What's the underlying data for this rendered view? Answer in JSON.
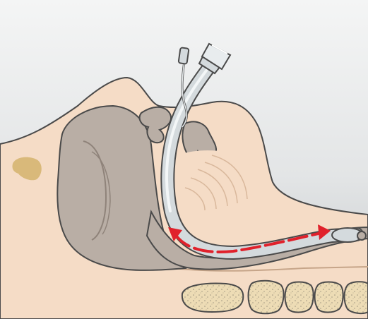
{
  "image": {
    "subject": "medical-illustration",
    "view": "sagittal-cross-section-head-neck"
  },
  "colors": {
    "background_top": "#f2f3f3",
    "background_bottom": "#c9cccd",
    "skin": "#f5dcc6",
    "skin_line": "#c6a589",
    "tissue_grey": "#b9aea5",
    "tissue_grey_dark": "#a1958b",
    "outline": "#4a4a4a",
    "tube": "#d4dadd",
    "tube_highlight": "#f3f6f7",
    "arrow_red": "#e0212b",
    "vertebra": "#eddcb5",
    "vertebra_speckle": "#9b927d",
    "sinus_tan": "#d9b97a",
    "hyoid": "#e6d39a"
  },
  "elements": [
    {
      "name": "background-gradient"
    },
    {
      "name": "face-skin"
    },
    {
      "name": "sinus-spot"
    },
    {
      "name": "mandible-cross-section"
    },
    {
      "name": "tongue"
    },
    {
      "name": "hard-palate"
    },
    {
      "name": "soft-tissue-pharynx"
    },
    {
      "name": "endotracheal-tube"
    },
    {
      "name": "pilot-balloon-line"
    },
    {
      "name": "tube-connector"
    },
    {
      "name": "hyoid-bone"
    },
    {
      "name": "cervical-vertebrae"
    },
    {
      "name": "airflow-arrow"
    }
  ]
}
